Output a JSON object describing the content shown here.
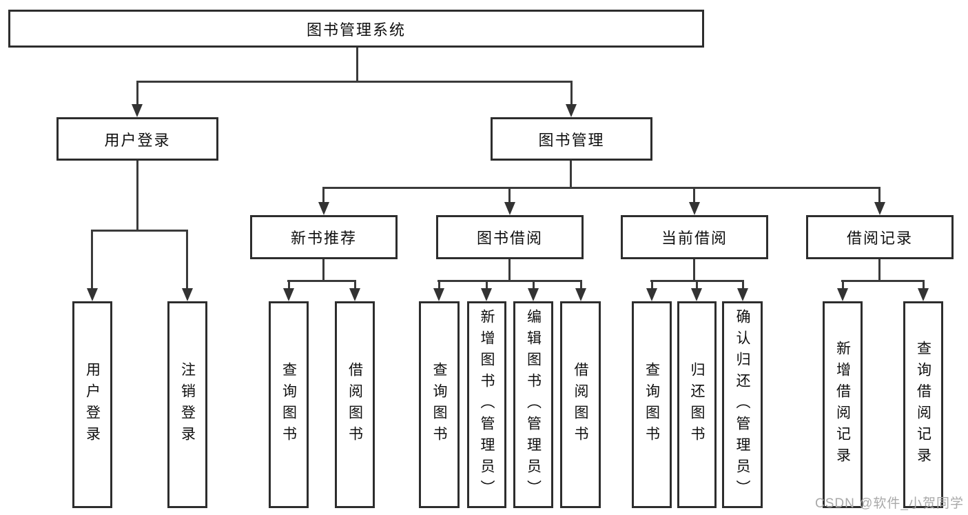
{
  "tree": {
    "root": {
      "label": "图书管理系统"
    },
    "branches": [
      {
        "label": "用户登录",
        "children": [
          "用户登录",
          "注销登录"
        ]
      },
      {
        "label": "图书管理",
        "sections": [
          {
            "label": "新书推荐",
            "children": [
              "查询图书",
              "借阅图书"
            ]
          },
          {
            "label": "图书借阅",
            "children": [
              "查询图书",
              "新增图书（管理员）",
              "编辑图书（管理员）",
              "借阅图书"
            ]
          },
          {
            "label": "当前借阅",
            "children": [
              "查询图书",
              "归还图书",
              "确认归还（管理员）"
            ]
          },
          {
            "label": "借阅记录",
            "children": [
              "新增借阅记录",
              "查询借阅记录"
            ]
          }
        ]
      }
    ]
  },
  "watermark": "CSDN @软件_小贺同学",
  "colors": {
    "background": "#ffffff",
    "box_border": "#2d2d2d",
    "connector_line": "#3a3a3a",
    "text": "#0f0f0f",
    "watermark_text": "#a9a9a9"
  }
}
